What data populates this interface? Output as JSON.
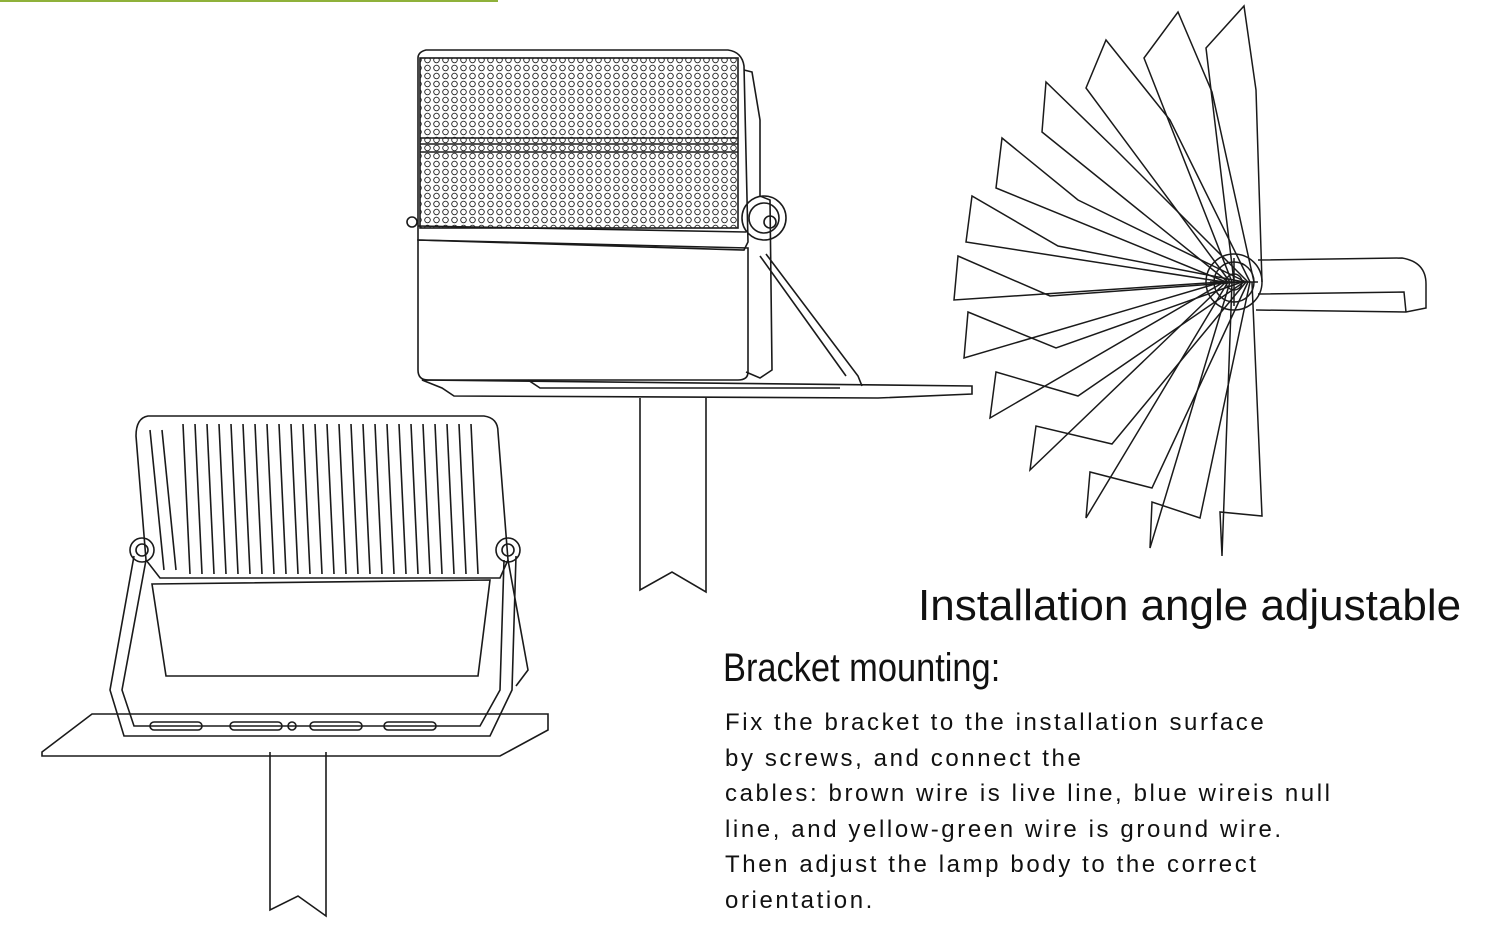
{
  "headline": "Installation angle adjustable",
  "section": {
    "title": "Bracket mounting:",
    "lines": [
      "Fix the bracket to the installation surface",
      "by screws, and connect the",
      "cables: brown wire is live line, blue wireis null",
      "line, and yellow-green wire is ground wire.",
      "Then adjust the lamp body to the correct",
      "orientation."
    ]
  },
  "colors": {
    "ink": "#111111",
    "accent_line": "#8fb13a",
    "background": "#ffffff"
  },
  "icons": [
    "floodlight-front-view",
    "floodlight-rear-view",
    "rotation-angle-fan",
    "mounting-pole"
  ]
}
